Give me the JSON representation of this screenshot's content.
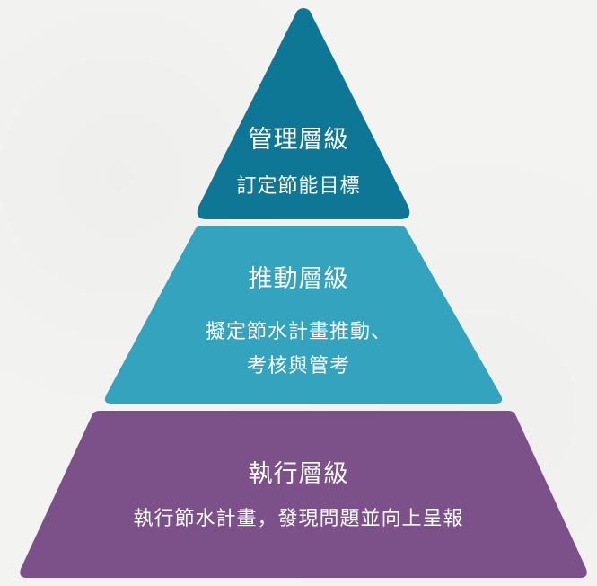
{
  "diagram": {
    "tiers": [
      {
        "title": "管理層級",
        "description": [
          "訂定節能目標"
        ],
        "color": "#0e7795"
      },
      {
        "title": "推動層級",
        "description": [
          "擬定節水計畫推動、",
          "考核與管考"
        ],
        "color": "#33a3be"
      },
      {
        "title": "執行層級",
        "description": [
          "執行節水計畫，發現問題並向上呈報"
        ],
        "color": "#7c5189"
      }
    ]
  }
}
